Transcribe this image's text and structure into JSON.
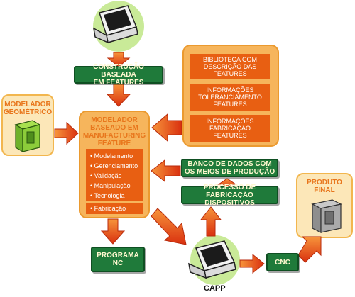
{
  "boxes": {
    "construcao": "CONSTRUÇÃO BASEADA\nEM FEATURES",
    "banco": "BANCO DE DADOS COM\nOS MEIOS DE PRODUÇÃO",
    "processo": "PROCESSO DE FABRICAÇÃO\nDISPOSITIVOS",
    "programa": "PROGRAMA\nNC",
    "cnc": "CNC"
  },
  "library": {
    "items": [
      "BIBLIOTECA COM\nDESCRIÇÃO DAS FEATURES",
      "INFORMAÇÕES\nTOLERANCIAMENTO\nFEATURES",
      "INFORMAÇÕES\nFABRICAÇÃO\nFEATURES"
    ]
  },
  "modelador_geometrico": "MODELADOR\nGEOMÉTRICO",
  "produto_final": "PRODUTO\nFINAL",
  "modelador_mf": {
    "title": "MODELADOR\nBASEADO EM\nMANUFACTURING\nFEATURE",
    "items": [
      "Modelamento",
      "Gerenciamento",
      "Validação",
      "Manipulação",
      "Tecnologia"
    ],
    "extra": "Fabricação"
  },
  "capp_label": "CAPP",
  "colors": {
    "green_box": "#1f7a3a",
    "orange_panel": "#f6b55c",
    "inner_orange": "#e85f12",
    "arrow": "#e8471a",
    "pale_panel": "#fce7b8",
    "green_circle": "#c9ea98"
  },
  "icons": [
    "computer-monitor-icon",
    "cad-part-icon"
  ]
}
